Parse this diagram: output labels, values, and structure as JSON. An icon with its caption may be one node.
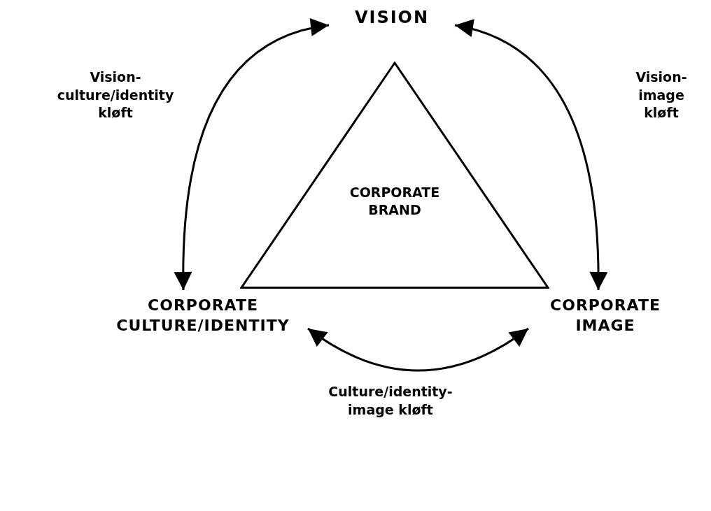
{
  "diagram": {
    "nodes": [
      {
        "text": [
          "VISION"
        ]
      },
      {
        "text": [
          "CORPORATE BRAND"
        ]
      },
      {
        "text": [
          "CORPORATE CULTURE/IDENTITY"
        ]
      },
      {
        "text": [
          "CORPORATE IMAGE"
        ]
      }
    ],
    "edges": [
      {
        "from": 0,
        "to": 2,
        "arrow": "both",
        "label": "Vision-culture/identity kløft"
      },
      {
        "from": 0,
        "to": 3,
        "arrow": "both",
        "label": "Vision-image kløft"
      },
      {
        "from": 2,
        "to": 3,
        "arrow": "both",
        "label": "Culture/identity-image kløft"
      }
    ]
  }
}
